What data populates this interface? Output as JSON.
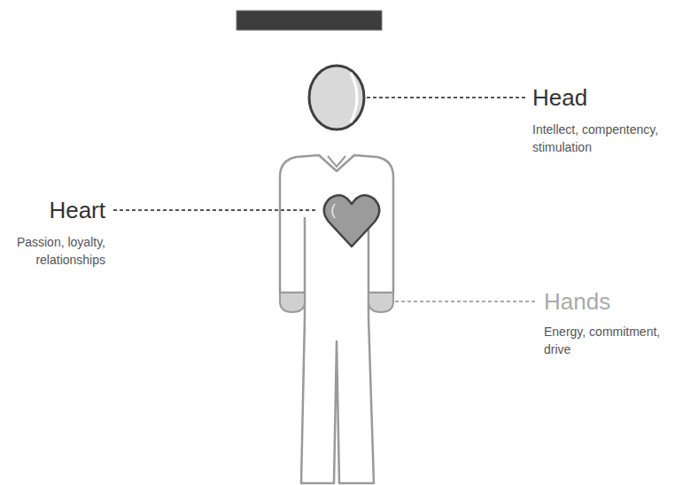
{
  "diagram": {
    "labels": [
      "Head",
      "Intellect, compentency, stimulation",
      "Heart",
      "Passion, loyalty, relationships",
      "Hands",
      "Energy, commitment, drive"
    ]
  }
}
